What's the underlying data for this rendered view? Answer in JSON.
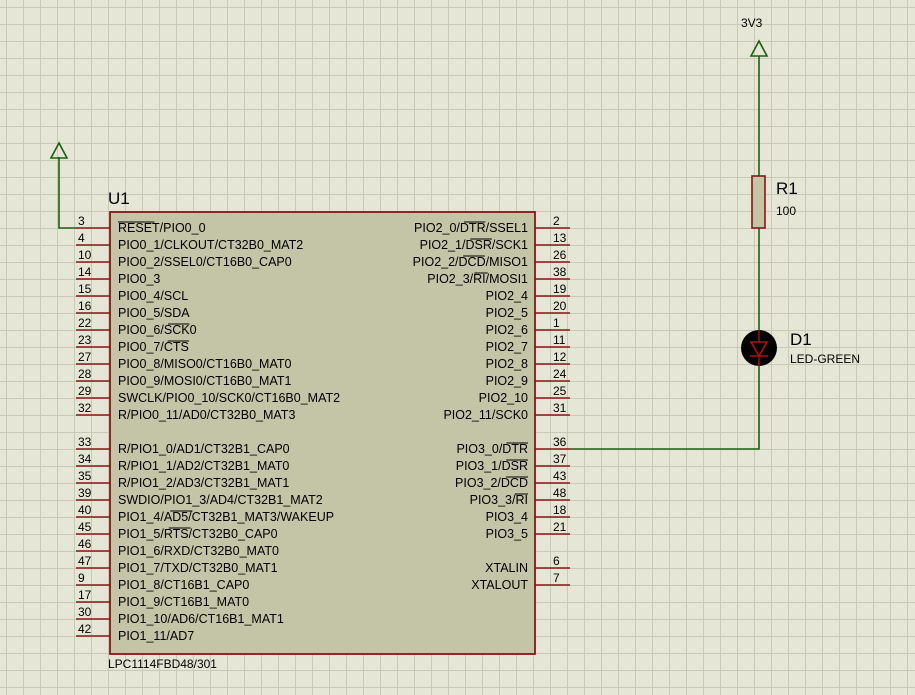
{
  "chip": {
    "ref": "U1",
    "part": "LPC1114FBD48/301",
    "left_pins": [
      {
        "num": "3",
        "name": "RESET/PIO0_0",
        "overline": "RESET"
      },
      {
        "num": "4",
        "name": "PIO0_1/CLKOUT/CT32B0_MAT2"
      },
      {
        "num": "10",
        "name": "PIO0_2/SSEL0/CT16B0_CAP0"
      },
      {
        "num": "14",
        "name": "PIO0_3"
      },
      {
        "num": "15",
        "name": "PIO0_4/SCL"
      },
      {
        "num": "16",
        "name": "PIO0_5/SDA"
      },
      {
        "num": "22",
        "name": "PIO0_6/SCK0",
        "overline": "SCK"
      },
      {
        "num": "23",
        "name": "PIO0_7/CTS",
        "overline": "CTS"
      },
      {
        "num": "27",
        "name": "PIO0_8/MISO0/CT16B0_MAT0"
      },
      {
        "num": "28",
        "name": "PIO0_9/MOSI0/CT16B0_MAT1"
      },
      {
        "num": "29",
        "name": "SWCLK/PIO0_10/SCK0/CT16B0_MAT2"
      },
      {
        "num": "32",
        "name": "R/PIO0_11/AD0/CT32B0_MAT3"
      },
      {
        "num": "33",
        "name": "R/PIO1_0/AD1/CT32B1_CAP0"
      },
      {
        "num": "34",
        "name": "R/PIO1_1/AD2/CT32B1_MAT0"
      },
      {
        "num": "35",
        "name": "R/PIO1_2/AD3/CT32B1_MAT1"
      },
      {
        "num": "39",
        "name": "SWDIO/PIO1_3/AD4/CT32B1_MAT2"
      },
      {
        "num": "40",
        "name": "PIO1_4/AD5/CT32B1_MAT3/WAKEUP",
        "overline": "AD5"
      },
      {
        "num": "45",
        "name": "PIO1_5/RTS/CT32B0_CAP0",
        "overline": "RTS"
      },
      {
        "num": "46",
        "name": "PIO1_6/RXD/CT32B0_MAT0"
      },
      {
        "num": "47",
        "name": "PIO1_7/TXD/CT32B0_MAT1"
      },
      {
        "num": "9",
        "name": "PIO1_8/CT16B1_CAP0"
      },
      {
        "num": "17",
        "name": "PIO1_9/CT16B1_MAT0"
      },
      {
        "num": "30",
        "name": "PIO1_10/AD6/CT16B1_MAT1"
      },
      {
        "num": "42",
        "name": "PIO1_11/AD7"
      }
    ],
    "right_pins": [
      {
        "num": "2",
        "name": "PIO2_0/DTR/SSEL1",
        "overline": "DTR"
      },
      {
        "num": "13",
        "name": "PIO2_1/DSR/SCK1",
        "overline": "DSR"
      },
      {
        "num": "26",
        "name": "PIO2_2/DCD/MISO1",
        "overline": "DCD"
      },
      {
        "num": "38",
        "name": "PIO2_3/RI/MOSI1",
        "overline": "RI"
      },
      {
        "num": "19",
        "name": "PIO2_4"
      },
      {
        "num": "20",
        "name": "PIO2_5"
      },
      {
        "num": "1",
        "name": "PIO2_6"
      },
      {
        "num": "11",
        "name": "PIO2_7"
      },
      {
        "num": "12",
        "name": "PIO2_8"
      },
      {
        "num": "24",
        "name": "PIO2_9"
      },
      {
        "num": "25",
        "name": "PIO2_10"
      },
      {
        "num": "31",
        "name": "PIO2_11/SCK0"
      },
      {
        "num": "36",
        "name": "PIO3_0/DTR",
        "overline": "DTR"
      },
      {
        "num": "37",
        "name": "PIO3_1/DSR",
        "overline": "DSR"
      },
      {
        "num": "43",
        "name": "PIO3_2/DCD",
        "overline": "DCD"
      },
      {
        "num": "48",
        "name": "PIO3_3/RI",
        "overline": "RI"
      },
      {
        "num": "18",
        "name": "PIO3_4"
      },
      {
        "num": "21",
        "name": "PIO3_5"
      },
      {
        "num": "6",
        "name": "XTALIN"
      },
      {
        "num": "7",
        "name": "XTALOUT"
      }
    ]
  },
  "power": {
    "label": "3V3"
  },
  "resistor": {
    "ref": "R1",
    "value": "100"
  },
  "led": {
    "ref": "D1",
    "value": "LED-GREEN"
  },
  "colors": {
    "wire": "#1e5e12",
    "outline": "#8a1515",
    "body": "#c4c4a6",
    "led_fill": "#000000",
    "led_glyph": "#b01010",
    "grid": "#c9c9b8",
    "background": "#e6e6d6"
  }
}
